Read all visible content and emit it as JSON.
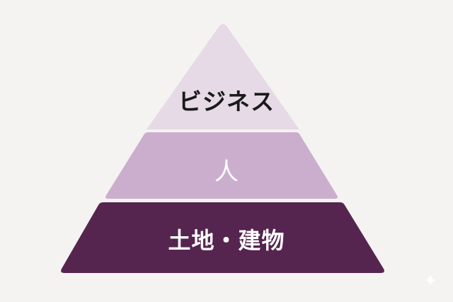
{
  "diagram": {
    "type": "pyramid",
    "levels": [
      {
        "position": "top",
        "label": "ビジネス",
        "fill": "#e6dae6",
        "text_color": "#1a1a1a"
      },
      {
        "position": "middle",
        "label": "人",
        "fill": "#cbaecd",
        "text_color": "#ffffff"
      },
      {
        "position": "bottom",
        "label": "土地・建物",
        "fill": "#55254f",
        "text_color": "#ffffff"
      }
    ],
    "background": "#f5f3f2"
  },
  "watermark": {
    "icon": "sparkle-icon"
  }
}
